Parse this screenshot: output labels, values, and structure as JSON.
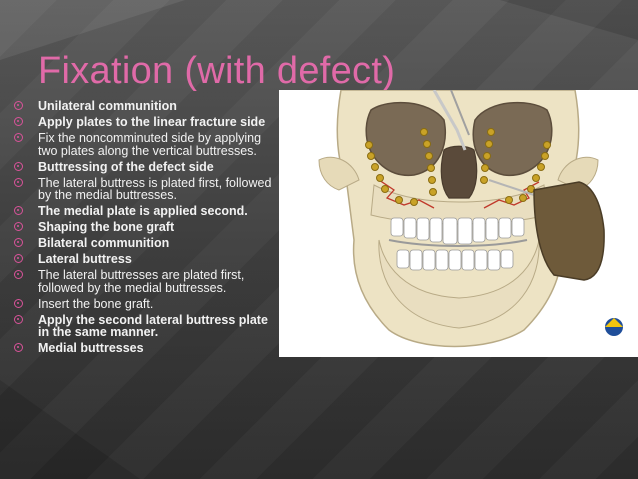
{
  "slide": {
    "title": "Fixation (with defect)",
    "accent_color": "#e06aa8",
    "bullets": [
      {
        "text": "Unilateral communition",
        "bold": true
      },
      {
        "text": "Apply plates to the linear fracture side",
        "bold": true
      },
      {
        "text": "Fix the noncomminuted side by applying two plates along the vertical buttresses.",
        "bold": false
      },
      {
        "text": "Buttressing of the defect side",
        "bold": true
      },
      {
        "text": "The lateral buttress is plated first, followed by the medial buttresses.",
        "bold": false
      },
      {
        "text": "The medial plate is applied second.",
        "bold": true
      },
      {
        "text": "Shaping the bone graft",
        "bold": true
      },
      {
        "text": "Bilateral communition",
        "bold": true
      },
      {
        "text": "Lateral buttress",
        "bold": true
      },
      {
        "text": "The lateral buttresses are plated first, followed by the medial buttresses.",
        "bold": false
      },
      {
        "text": "Insert the bone graft.",
        "bold": false
      },
      {
        "text": "Apply the second lateral buttress plate in the same manner.",
        "bold": true
      },
      {
        "text": "Medial buttresses",
        "bold": true
      }
    ],
    "figure": {
      "subject": "skull-illustration",
      "logo": "ao-foundation-logo-icon"
    }
  }
}
